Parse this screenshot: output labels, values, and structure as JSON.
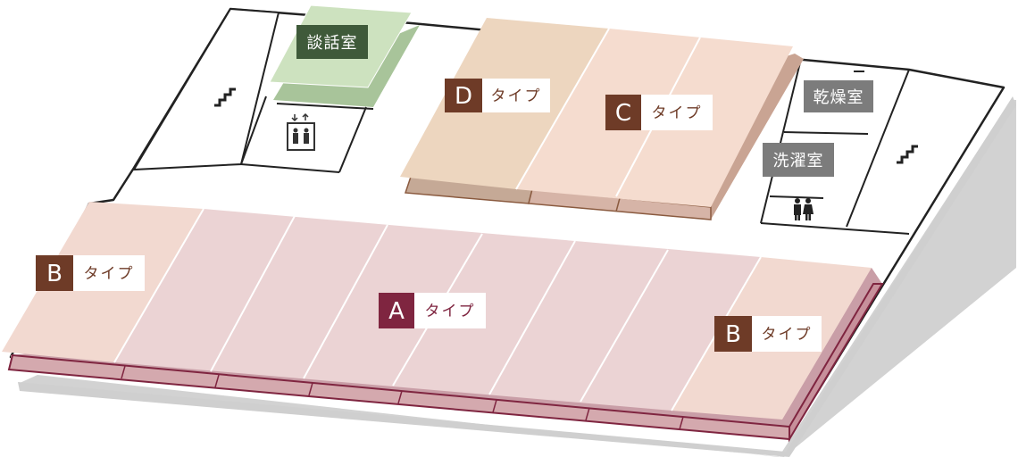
{
  "rooms": {
    "dankai": "談話室",
    "kansou": "乾燥室",
    "sentaku": "洗濯室"
  },
  "units": {
    "type_word": "タイプ",
    "a": "A",
    "b": "B",
    "c": "C",
    "d": "D"
  },
  "icons": {
    "stairs_left": "stairs-icon",
    "stairs_right": "stairs-icon",
    "elevator": "elevator-icon",
    "restroom": "restroom-icon"
  },
  "colors": {
    "a_unit": "#ebd3d4",
    "a_accent": "#7f2540",
    "b_unit": "#f2d9d0",
    "bcd_accent": "#6e3b27",
    "c_unit": "#f5dccf",
    "d_unit": "#edd6bf",
    "lounge_top": "#cde2bf",
    "lounge_side": "#a8c49a",
    "lounge_label": "#3f5a3a",
    "utility_label": "#7c7c7c"
  }
}
